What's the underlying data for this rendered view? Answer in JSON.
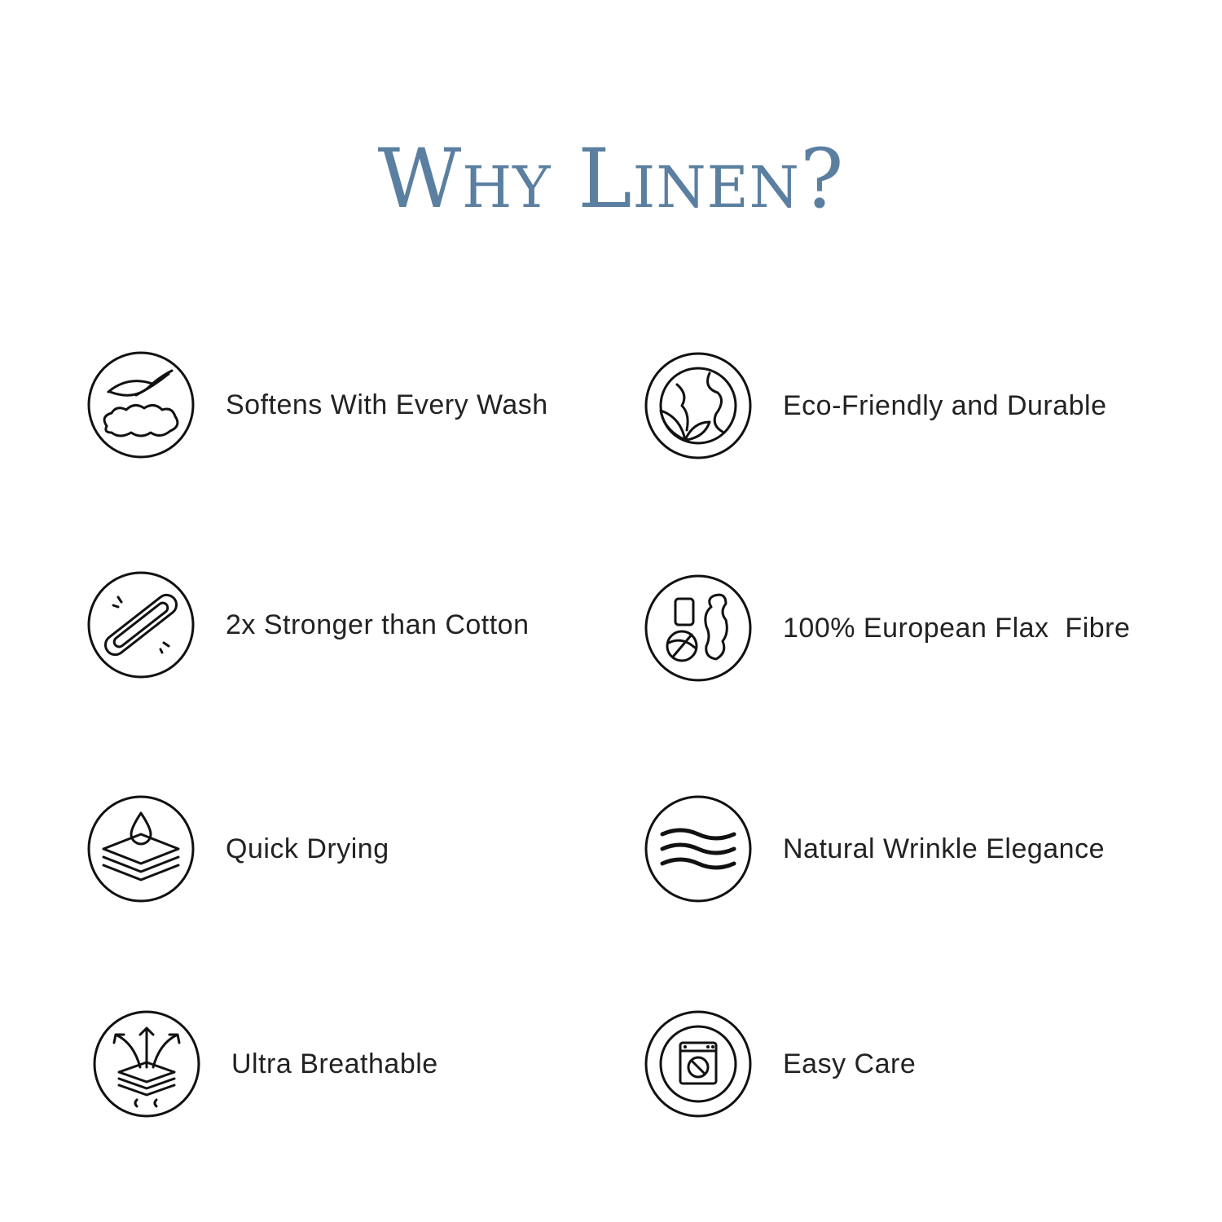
{
  "title": "Why Linen?",
  "features": [
    {
      "label": "Softens With Every Wash",
      "icon": "feather-cloud-icon"
    },
    {
      "label": "Eco-Friendly and Durable",
      "icon": "globe-leaf-icon"
    },
    {
      "label": "2x Stronger than Cotton",
      "icon": "chain-link-icon"
    },
    {
      "label": "100% European Flax  Fibre",
      "icon": "yarn-spools-icon"
    },
    {
      "label": "Quick Drying",
      "icon": "water-drop-layers-icon"
    },
    {
      "label": "Natural Wrinkle Elegance",
      "icon": "waves-icon"
    },
    {
      "label": "Ultra Breathable",
      "icon": "breathable-layers-icon"
    },
    {
      "label": "Easy Care",
      "icon": "washing-machine-icon"
    }
  ]
}
